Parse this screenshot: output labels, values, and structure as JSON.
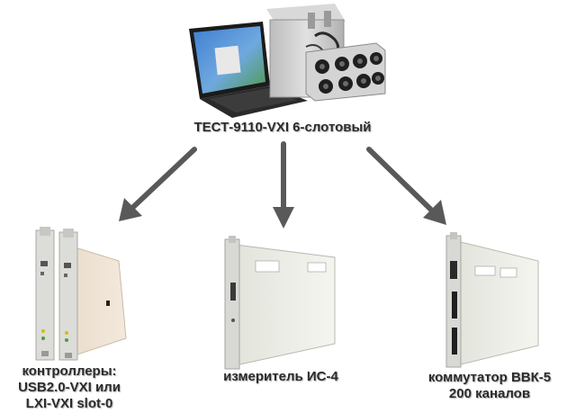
{
  "system": {
    "label": "ТЕСТ-9110-VXI 6-слотовый"
  },
  "modules": [
    {
      "lines": [
        "контроллеры:",
        "USB2.0-VXI или",
        "LXI-VXI slot-0"
      ]
    },
    {
      "lines": [
        "измеритель ИС-4"
      ]
    },
    {
      "lines": [
        "коммутатор ВВК-5",
        "200 каналов"
      ]
    }
  ],
  "colors": {
    "arrow": "#595959",
    "text": "#2b2b2b",
    "board": "#eef0e8",
    "panel": "#d8d8d4",
    "chassis": "#c9c9c9",
    "connector": "#1f1f1f"
  },
  "icons": [
    "laptop-icon",
    "vxi-chassis-icon",
    "controller-board-icon",
    "meter-board-icon",
    "switch-board-icon"
  ]
}
